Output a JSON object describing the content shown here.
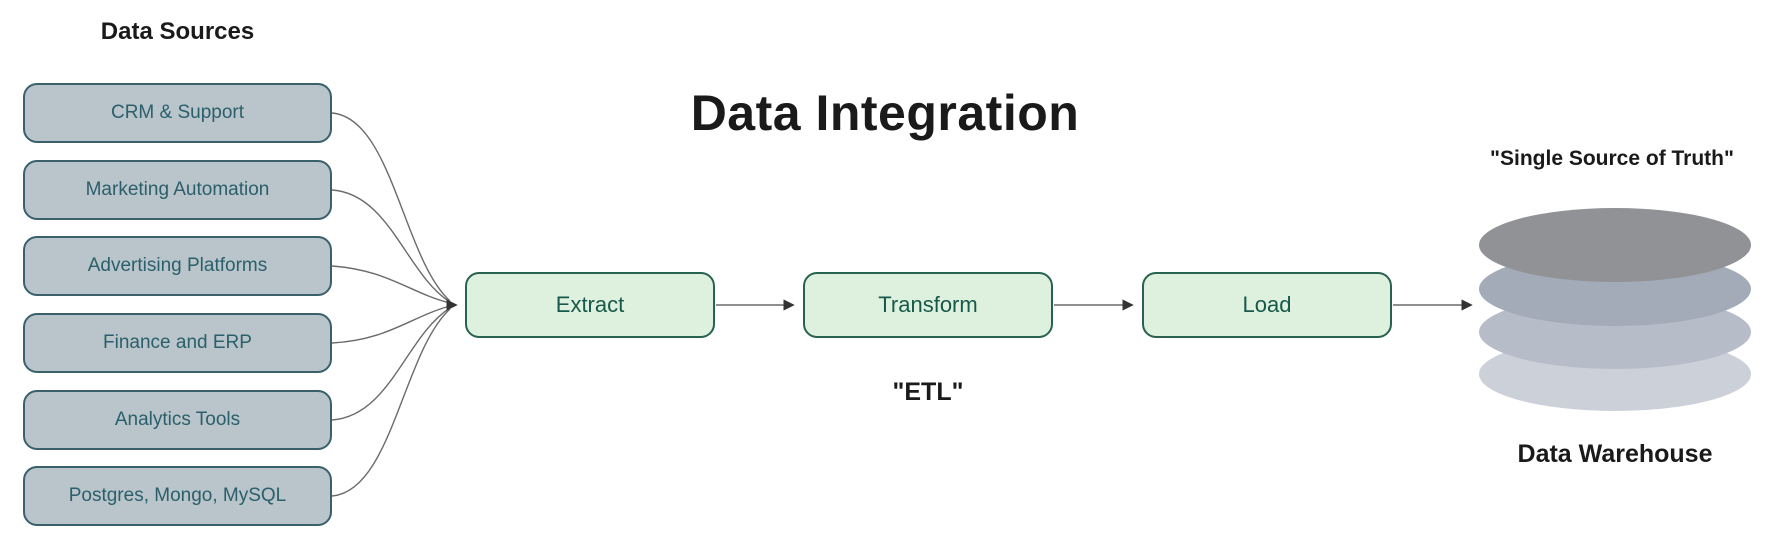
{
  "title": "Data Integration",
  "sources": {
    "heading": "Data Sources",
    "items": [
      {
        "label": "CRM & Support"
      },
      {
        "label": "Marketing Automation"
      },
      {
        "label": "Advertising Platforms"
      },
      {
        "label": "Finance and ERP"
      },
      {
        "label": "Analytics Tools"
      },
      {
        "label": "Postgres, Mongo, MySQL"
      }
    ]
  },
  "pipeline": {
    "steps": [
      {
        "label": "Extract"
      },
      {
        "label": "Transform"
      },
      {
        "label": "Load"
      }
    ],
    "caption": "\"ETL\""
  },
  "warehouse": {
    "quote": "\"Single Source of Truth\"",
    "label": "Data Warehouse",
    "layer_colors": [
      "#919295",
      "#a3abb9",
      "#b6bdc8",
      "#ccd1d9"
    ]
  },
  "colors": {
    "source_fill": "#b9c5ca",
    "source_border": "#3a616b",
    "source_text": "#2b5f6b",
    "step_fill": "#def0de",
    "step_border": "#29624f",
    "step_text": "#17594a",
    "connector": "#6b6b6b",
    "arrowhead": "#333333",
    "heading_text": "#1a1a1a"
  }
}
